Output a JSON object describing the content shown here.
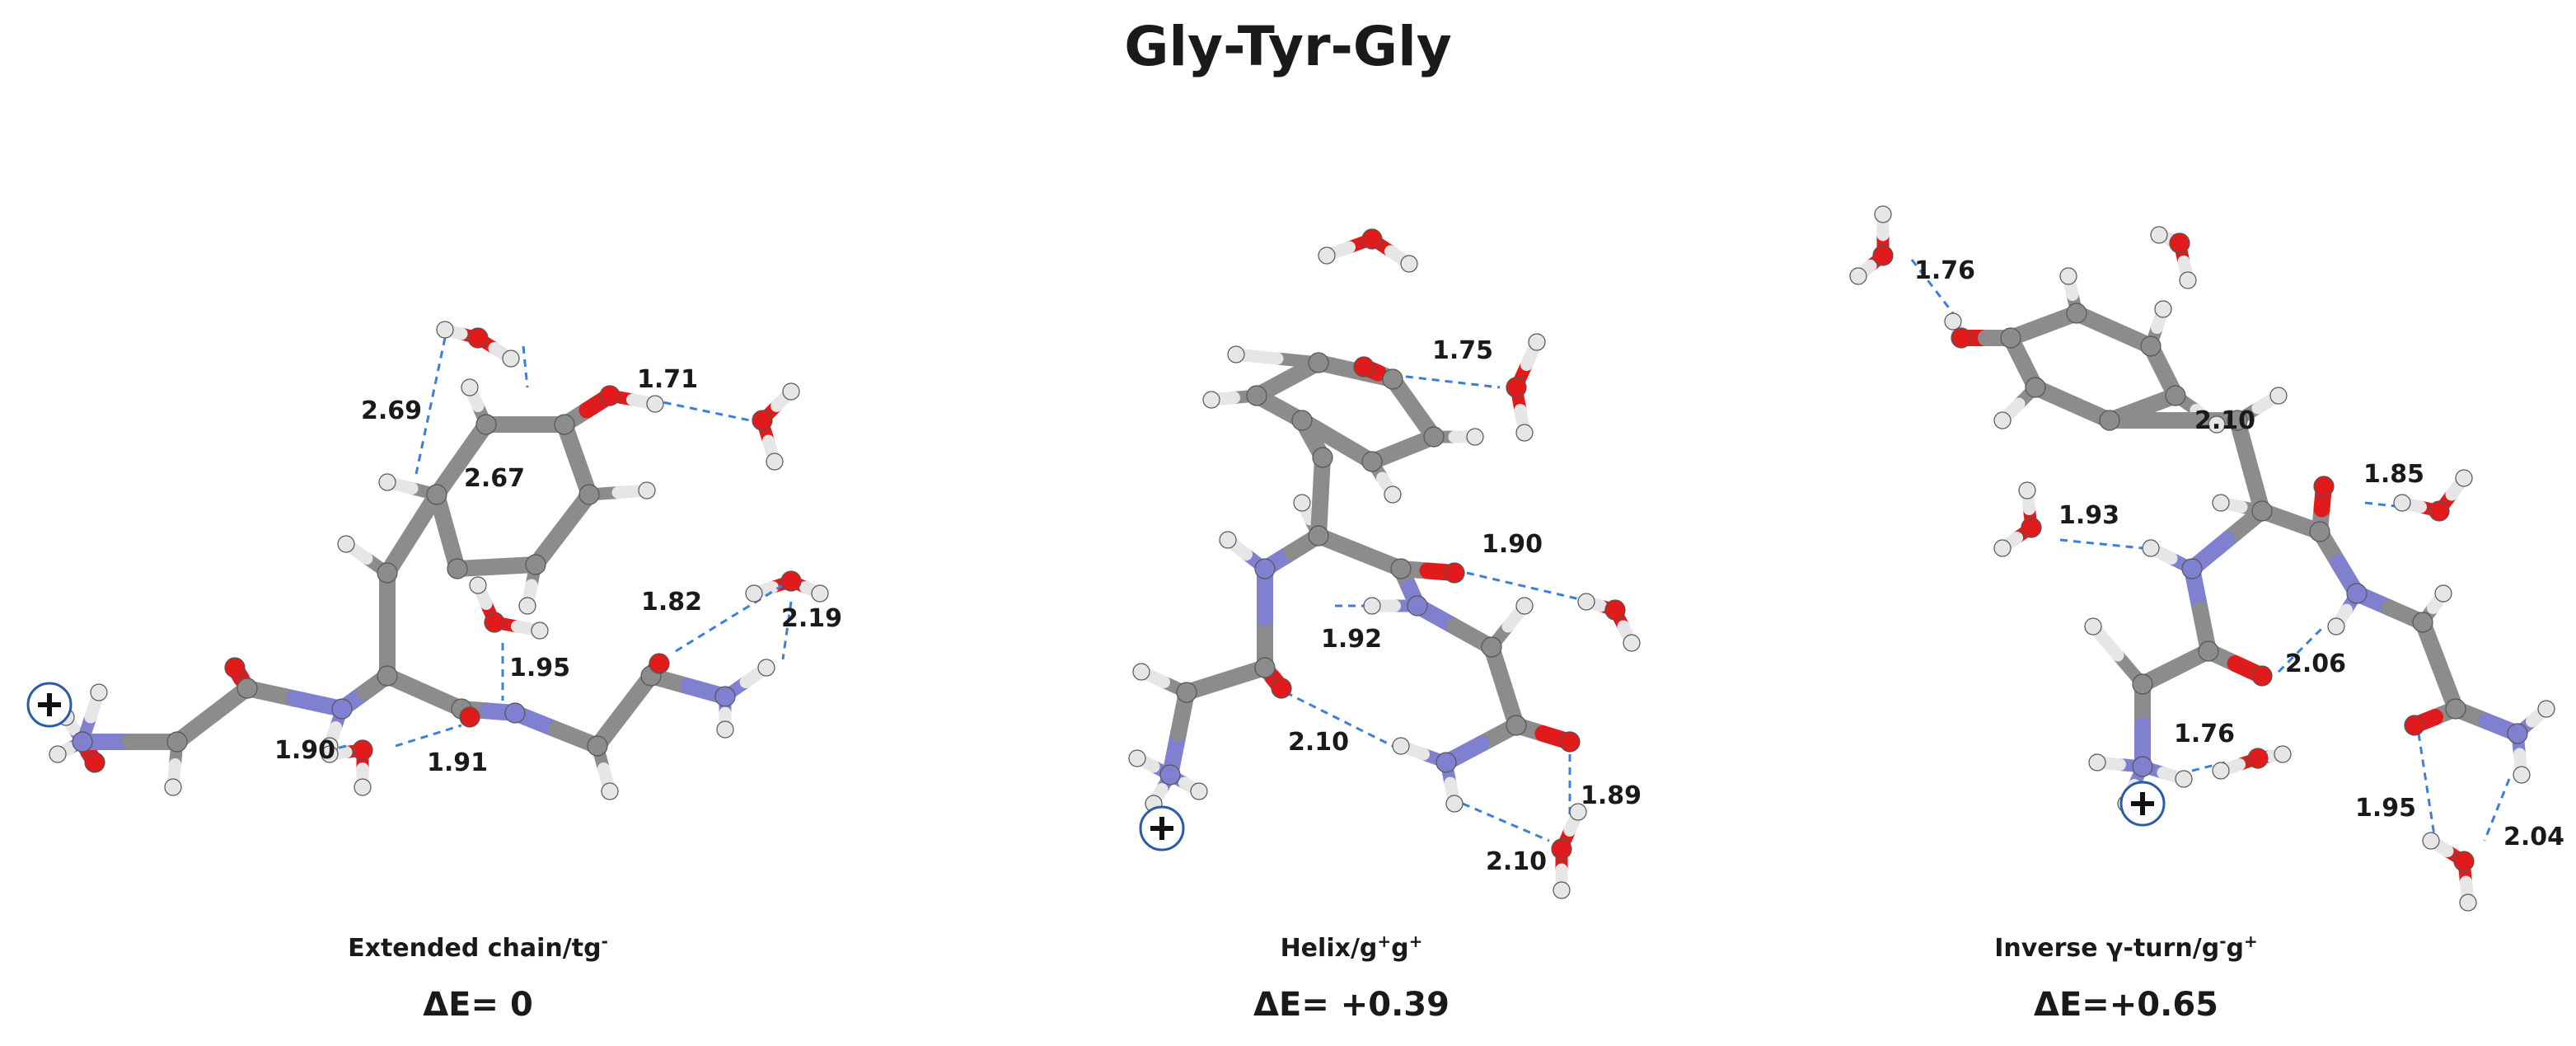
{
  "title": "Gly-Tyr-Gly",
  "colors": {
    "carbon": "#8c8c8c",
    "oxygen": "#e11b1b",
    "nitrogen": "#8080d0",
    "hydrogen": "#e6e6e6",
    "hbond": "#3c7ed8"
  },
  "panels": [
    {
      "id": "extended",
      "conformer_main": "Extended chain/tg",
      "conformer_sup": "-",
      "conformer_tail": "",
      "energy": "ΔE= 0",
      "distances": [
        "2.69",
        "2.67",
        "1.71",
        "1.82",
        "2.19",
        "1.95",
        "1.90",
        "1.91"
      ]
    },
    {
      "id": "helix",
      "conformer_main": "Helix/g",
      "conformer_sup": "+",
      "conformer_mid": "g",
      "conformer_sup2": "+",
      "energy": "ΔE= +0.39",
      "distances": [
        "1.75",
        "1.90",
        "1.92",
        "2.10",
        "1.89",
        "2.10"
      ]
    },
    {
      "id": "gamma",
      "conformer_main": "Inverse γ-turn/g",
      "conformer_sup": "-",
      "conformer_mid": "g",
      "conformer_sup2": "+",
      "energy": "ΔE=+0.65",
      "distances": [
        "1.76",
        "2.10",
        "1.85",
        "1.93",
        "2.06",
        "1.76",
        "1.95",
        "2.04"
      ]
    }
  ]
}
